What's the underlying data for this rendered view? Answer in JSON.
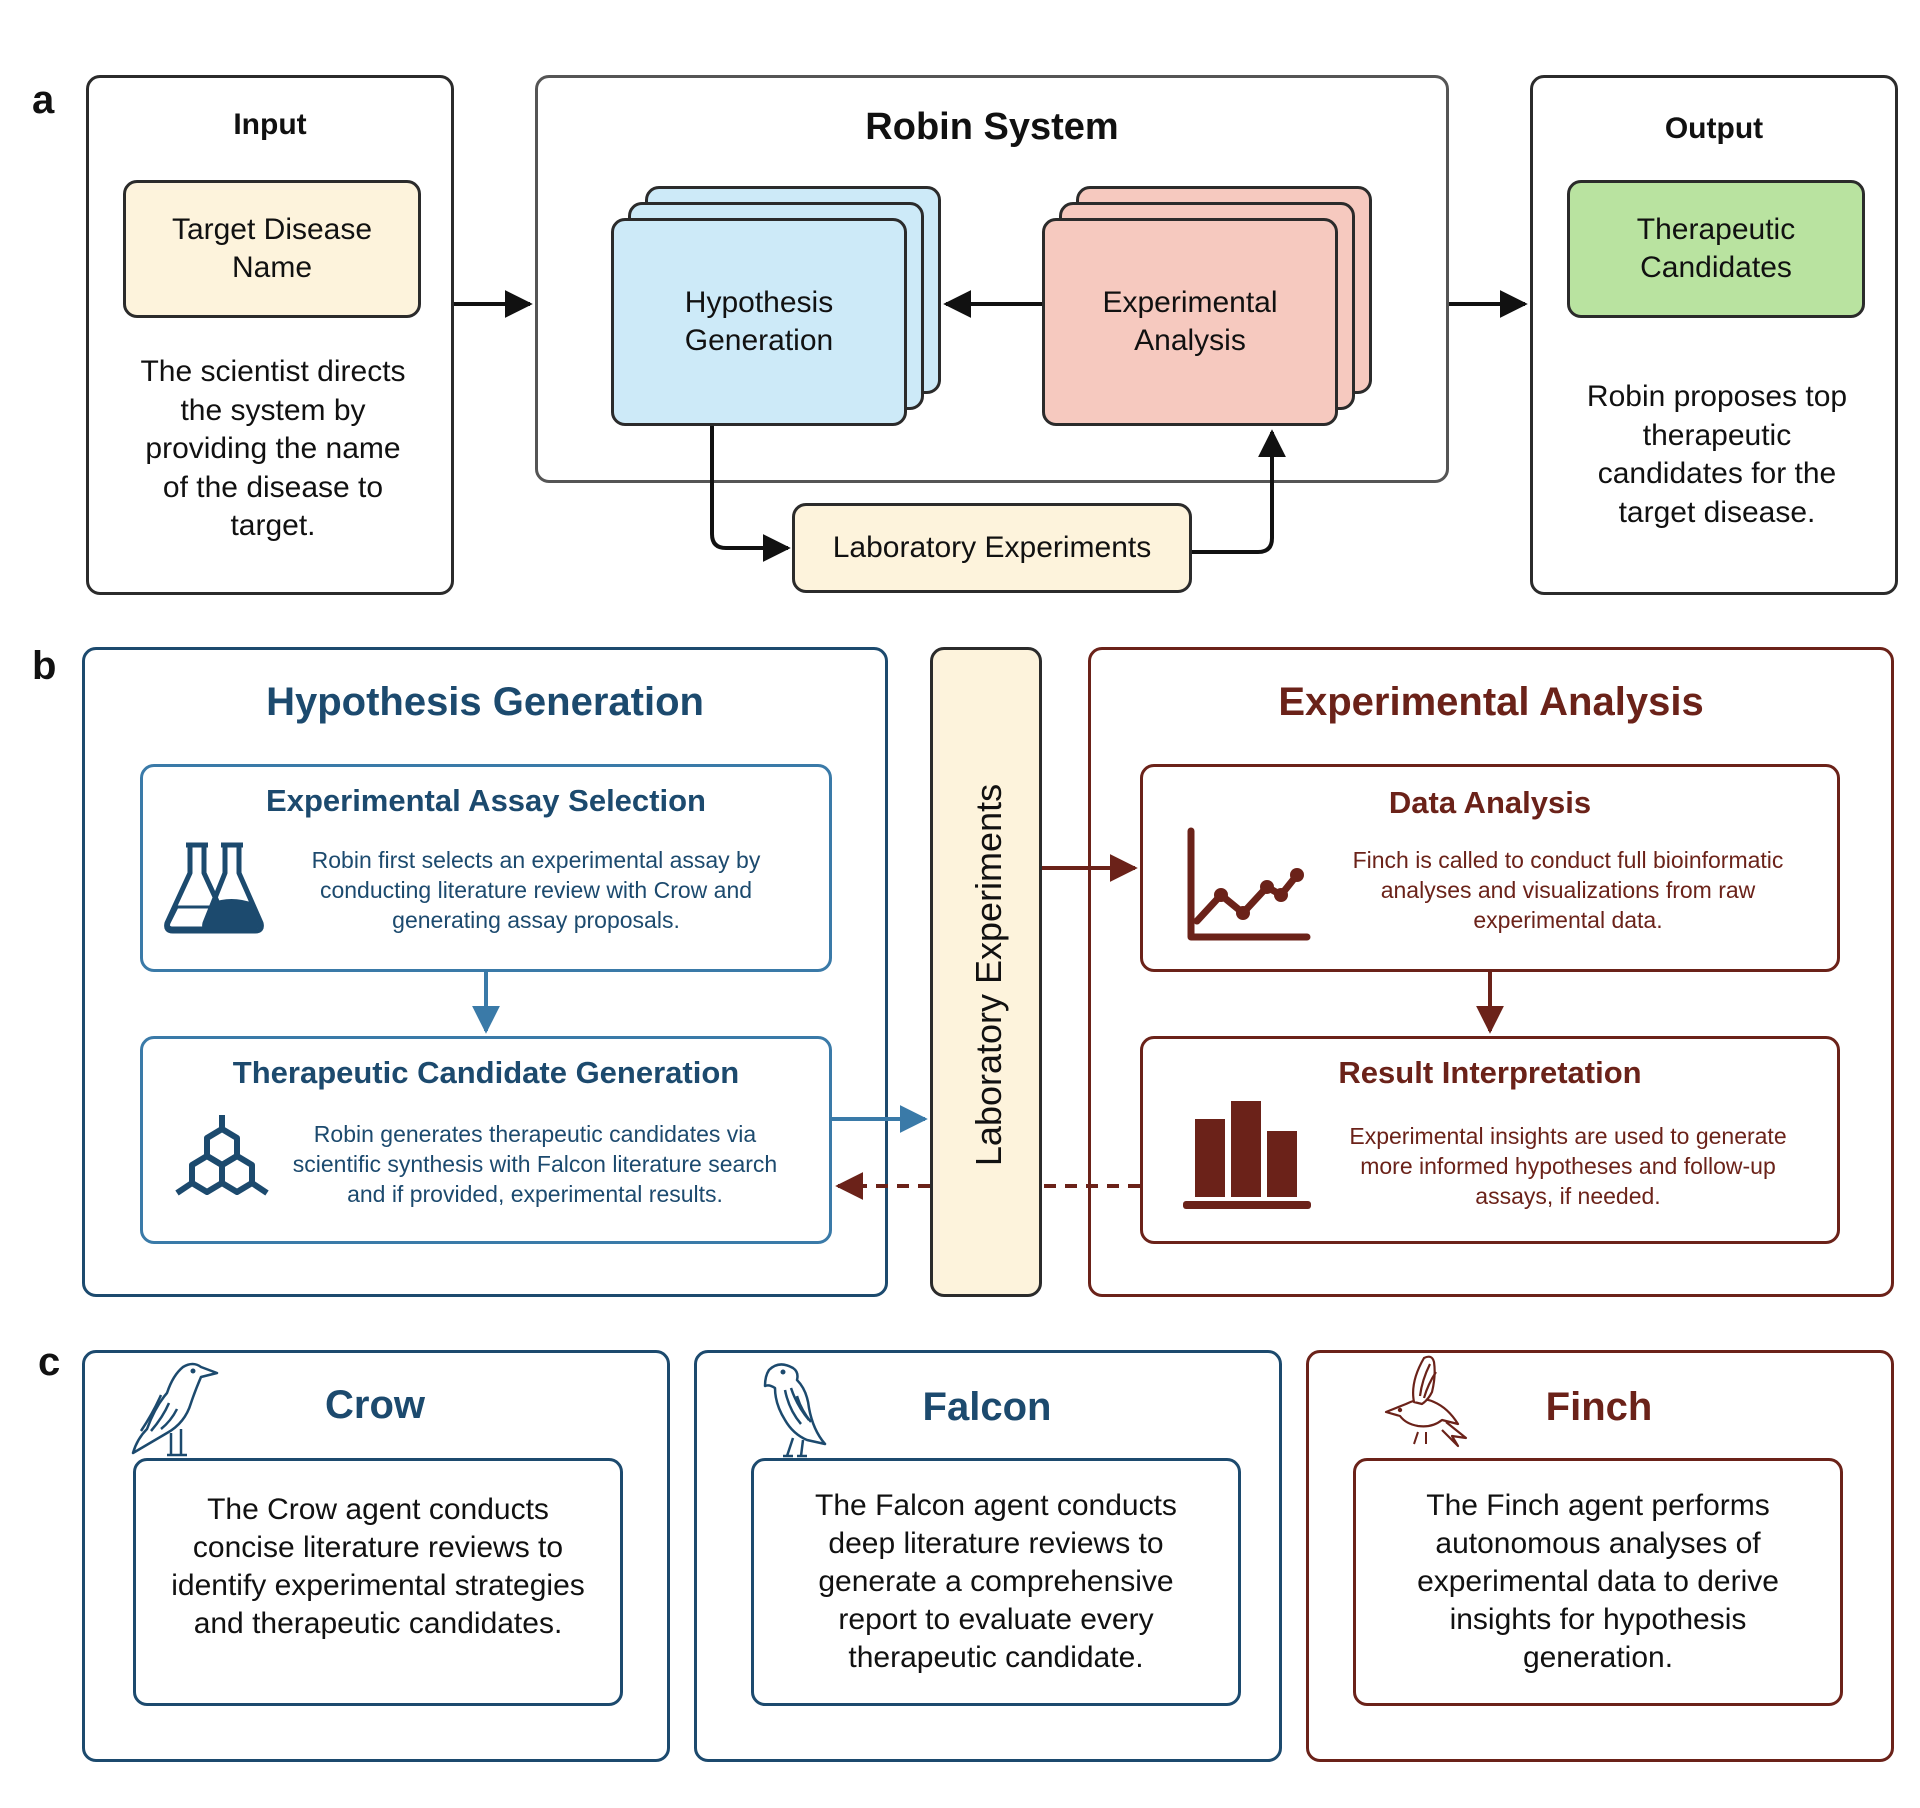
{
  "panels": {
    "a": "a",
    "b": "b",
    "c": "c"
  },
  "a": {
    "input": {
      "title": "Input",
      "box": "Target Disease Name",
      "desc": "The scientist directs the system by providing the name of the disease to target."
    },
    "system": {
      "title": "Robin System",
      "hypothesis": "Hypothesis Generation",
      "analysis": "Experimental Analysis",
      "lab": "Laboratory Experiments"
    },
    "output": {
      "title": "Output",
      "box": "Therapeutic Candidates",
      "desc": "Robin proposes top therapeutic candidates for the target disease."
    }
  },
  "b": {
    "hypothesis": {
      "title": "Hypothesis Generation",
      "assay": {
        "title": "Experimental Assay Selection",
        "text": "Robin first selects an experimental assay by conducting literature review with Crow and generating assay proposals.",
        "icon": "flask-icon"
      },
      "candidate": {
        "title": "Therapeutic Candidate Generation",
        "text": "Robin generates therapeutic candidates via scientific synthesis with Falcon literature search and if provided, experimental results.",
        "icon": "molecule-icon"
      }
    },
    "lab": "Laboratory Experiments",
    "analysis": {
      "title": "Experimental Analysis",
      "data": {
        "title": "Data Analysis",
        "text": "Finch is called to conduct full bioinformatic analyses and visualizations from raw experimental data.",
        "icon": "line-chart-icon"
      },
      "result": {
        "title": "Result Interpretation",
        "text": "Experimental insights are used to generate more informed hypotheses and follow-up assays, if needed.",
        "icon": "bar-chart-icon"
      }
    }
  },
  "c": {
    "crow": {
      "title": "Crow",
      "text": "The Crow agent conducts concise literature reviews to identify experimental strategies and therapeutic candidates.",
      "icon": "crow-icon"
    },
    "falcon": {
      "title": "Falcon",
      "text": "The Falcon agent conducts deep literature reviews to generate a comprehensive report to evaluate every therapeutic candidate.",
      "icon": "falcon-icon"
    },
    "finch": {
      "title": "Finch",
      "text": "The Finch agent performs autonomous analyses of experimental data to derive insights for hypothesis generation.",
      "icon": "finch-icon"
    }
  },
  "colors": {
    "blue_dark": "#1c4a6e",
    "blue_mid": "#3a7aa8",
    "brown": "#6b2219",
    "cream": "#fdf3dc",
    "light_blue": "#cdeaf8",
    "pink": "#f6c9bf",
    "green": "#b9e3a0"
  }
}
